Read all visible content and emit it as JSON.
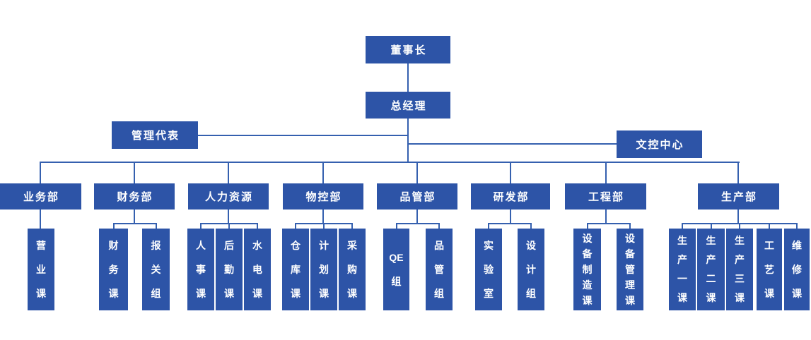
{
  "colors": {
    "box_fill": "#2d54a7",
    "line": "#3560af",
    "text": "#ffffff"
  },
  "root": {
    "label": "董事长"
  },
  "general_manager": {
    "label": "总经理"
  },
  "staff": {
    "management_rep": {
      "label": "管理代表"
    },
    "doc_control": {
      "label": "文控中心"
    }
  },
  "departments": [
    {
      "label": "业务部",
      "children": [
        "营\n业\n课"
      ]
    },
    {
      "label": "财务部",
      "children": [
        "财\n务\n课",
        "报\n关\n组"
      ]
    },
    {
      "label": "人力资源",
      "children": [
        "人\n事\n课",
        "后\n勤\n课",
        "水\n电\n课"
      ]
    },
    {
      "label": "物控部",
      "children": [
        "仓\n库\n课",
        "计\n划\n课",
        "采\n购\n课"
      ]
    },
    {
      "label": "品管部",
      "children": [
        "QE\n组",
        "品\n管\n组"
      ]
    },
    {
      "label": "研发部",
      "children": [
        "实\n验\n室",
        "设\n计\n组"
      ]
    },
    {
      "label": "工程部",
      "children": [
        "设\n备\n制\n造\n课",
        "设\n备\n管\n理\n课"
      ]
    },
    {
      "label": "生产部",
      "children": [
        "生\n产\n一\n课",
        "生\n产\n二\n课",
        "生\n产\n三\n课",
        "工\n艺\n课",
        "维\n修\n课"
      ]
    }
  ]
}
